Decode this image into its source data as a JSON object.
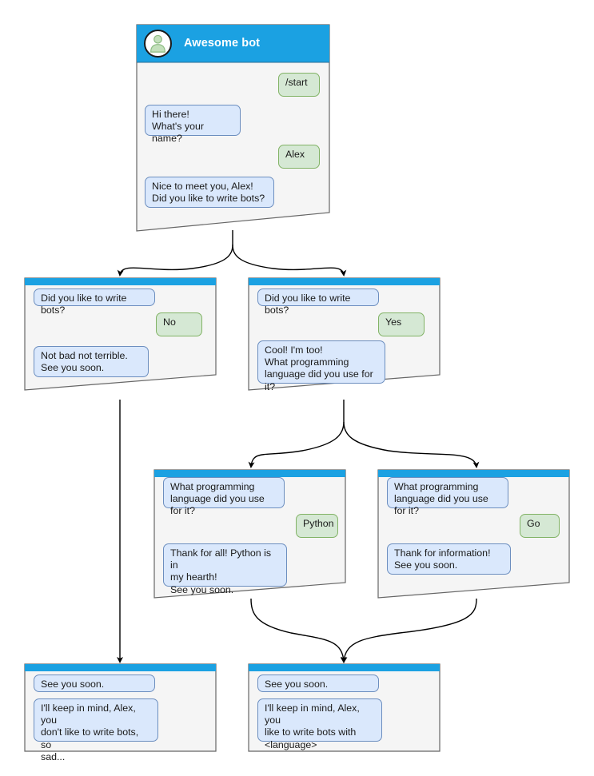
{
  "diagram": {
    "title": "Awesome bot conversation flow",
    "colors": {
      "header_blue": "#1ba1e2",
      "card_bg": "#f5f5f5",
      "card_border": "#666666",
      "bot_bubble_fill": "#dae8fc",
      "bot_bubble_stroke": "#6c8ebf",
      "user_bubble_fill": "#d5e8d4",
      "user_bubble_stroke": "#82b366",
      "edge_stroke": "#000000",
      "avatar_fill": "#ffffff",
      "avatar_person": "#b9d9b2"
    }
  },
  "cards": [
    {
      "id": "root",
      "header": {
        "title": "Awesome bot",
        "avatar_icon": "person-avatar-icon"
      },
      "messages": [
        {
          "role": "user",
          "text": "/start"
        },
        {
          "role": "bot",
          "text": "Hi there!\nWhat's your name?"
        },
        {
          "role": "user",
          "text": "Alex"
        },
        {
          "role": "bot",
          "text": "Nice to meet you, Alex!\nDid you like to write bots?"
        }
      ]
    },
    {
      "id": "no-branch",
      "messages": [
        {
          "role": "bot",
          "text": "Did you like to write bots?"
        },
        {
          "role": "user",
          "text": "No"
        },
        {
          "role": "bot",
          "text": "Not bad not terrible.\nSee you soon."
        }
      ]
    },
    {
      "id": "yes-branch",
      "messages": [
        {
          "role": "bot",
          "text": "Did you like to write bots?"
        },
        {
          "role": "user",
          "text": "Yes"
        },
        {
          "role": "bot",
          "text": "Cool! I'm too!\nWhat programming\nlanguage did you use for it?"
        }
      ]
    },
    {
      "id": "python-branch",
      "messages": [
        {
          "role": "bot",
          "text": "What programming\nlanguage did you use for it?"
        },
        {
          "role": "user",
          "text": "Python"
        },
        {
          "role": "bot",
          "text": "Thank for all! Python is in\nmy hearth!\nSee you soon."
        }
      ]
    },
    {
      "id": "go-branch",
      "messages": [
        {
          "role": "bot",
          "text": "What programming\nlanguage did you use for it?"
        },
        {
          "role": "user",
          "text": "Go"
        },
        {
          "role": "bot",
          "text": "Thank for information!\nSee you soon."
        }
      ]
    },
    {
      "id": "end-sad",
      "messages": [
        {
          "role": "bot",
          "text": "See you soon."
        },
        {
          "role": "bot",
          "text": "I'll keep in mind, Alex, you\ndon't like to write bots, so\nsad..."
        }
      ]
    },
    {
      "id": "end-happy",
      "messages": [
        {
          "role": "bot",
          "text": "See you soon."
        },
        {
          "role": "bot",
          "text": "I'll keep in mind, Alex, you\nlike to write bots with\n<language>"
        }
      ]
    }
  ]
}
